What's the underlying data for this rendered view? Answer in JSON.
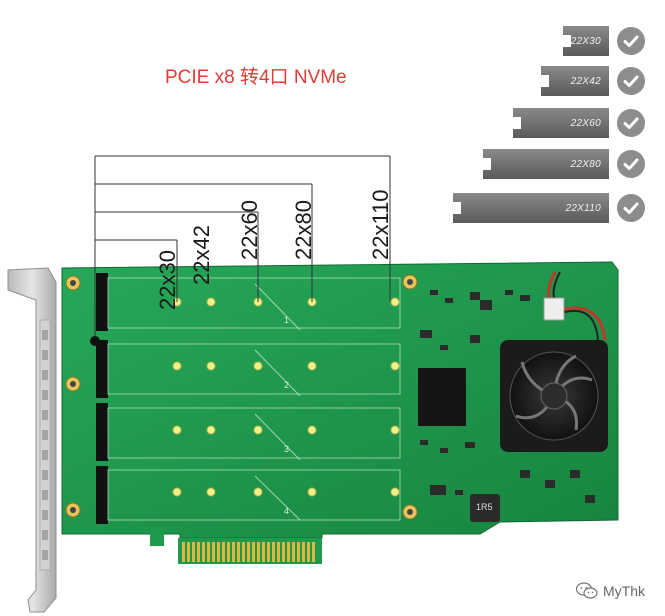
{
  "title": "PCIE x8 转4口 NVMe",
  "size_labels": [
    "22x30",
    "22x42",
    "22x60",
    "22x80",
    "22x110"
  ],
  "supported_sizes": [
    {
      "label": "22X30"
    },
    {
      "label": "22X42"
    },
    {
      "label": "22X60"
    },
    {
      "label": "22X80"
    },
    {
      "label": "22X110"
    }
  ],
  "board": {
    "chip_marking": "1R5",
    "slot_numbers": [
      "1",
      "2",
      "3",
      "4"
    ]
  },
  "watermark": "MyThk",
  "colors": {
    "title": "#e23b36",
    "pcb": "#1f9a4c",
    "bracket": "#c8c8c8",
    "check": "#8d8d8d"
  }
}
